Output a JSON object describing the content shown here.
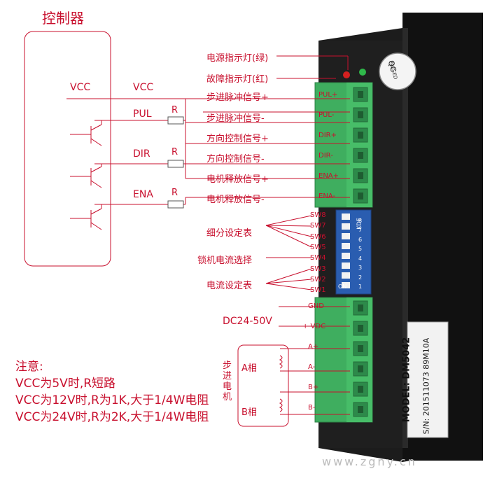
{
  "controller_title": "控制器",
  "controller_pins": {
    "vcc_left": "VCC",
    "vcc": "VCC",
    "pul": "PUL",
    "dir": "DIR",
    "ena": "ENA",
    "r1": "R",
    "r2": "R",
    "r3": "R"
  },
  "indicators": {
    "power": "电源指示灯(绿)",
    "fault": "故障指示灯(红)"
  },
  "signal_labels": [
    "步进脉冲信号+",
    "步进脉冲信号-",
    "方向控制信号+",
    "方向控制信号-",
    "电机释放信号+",
    "电机释放信号-"
  ],
  "terminal_labels_top": [
    "PUL+",
    "PUL-",
    "DIR+",
    "DIR-",
    "ENA+",
    "ENA-"
  ],
  "switch_labels": [
    "SW8",
    "SW7",
    "SW6",
    "SW5",
    "SW4",
    "SW3",
    "SW2",
    "SW1"
  ],
  "dip_numbers": [
    "1",
    "2",
    "3",
    "4",
    "5",
    "6",
    "7",
    "8"
  ],
  "dip_on": "ON",
  "dip_brand": "KDE",
  "switch_groups": {
    "microstep": "细分设定表",
    "lock_current": "锁机电流选择",
    "current": "电流设定表"
  },
  "power_label": "DC24-50V",
  "terminal_labels_bottom": [
    "GND",
    "+ VDC",
    "A+",
    "A-",
    "B+",
    "B-"
  ],
  "motor": {
    "title": "步进电机",
    "phase_a": "A相",
    "phase_b": "B相"
  },
  "qc_label": "QC",
  "qc_passed": "PASSED",
  "model": "MODEL: DM5042",
  "serial": "S/N: 201511073 89M10A",
  "watermark": "www.zgny.cn",
  "notes": {
    "title": "注意:",
    "line1": "VCC为5V时,R短路",
    "line2": "VCC为12V时,R为1K,大于1/4W电阻",
    "line3": "VCC为24V时,R为2K,大于1/4W电阻"
  },
  "colors": {
    "accent": "#c8102e",
    "terminal_green": "#3fae5f",
    "driver_body": "#1b1b1b",
    "dip_blue": "#2a5db0",
    "led_red": "#d42020",
    "led_green": "#2fb84a"
  }
}
